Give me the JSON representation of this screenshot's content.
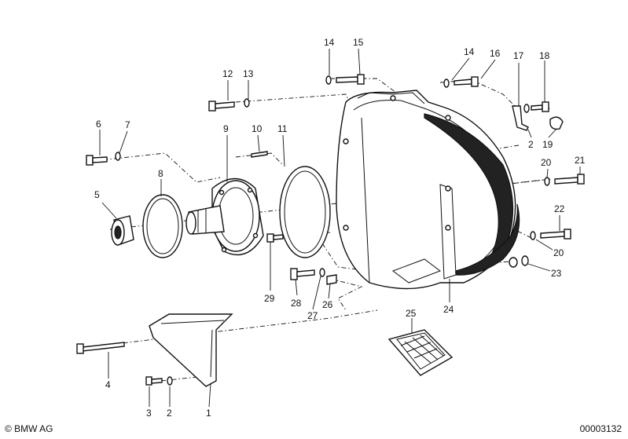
{
  "labels": {
    "l1": "1",
    "l2a": "2",
    "l2b": "2",
    "l3": "3",
    "l4": "4",
    "l5": "5",
    "l6": "6",
    "l7": "7",
    "l8": "8",
    "l9": "9",
    "l10": "10",
    "l11": "11",
    "l12": "12",
    "l13": "13",
    "l14a": "14",
    "l14b": "14",
    "l15": "15",
    "l16": "16",
    "l17": "17",
    "l18": "18",
    "l19": "19",
    "l20a": "20",
    "l20b": "20",
    "l21": "21",
    "l22": "22",
    "l23": "23",
    "l24": "24",
    "l25": "25",
    "l26": "26",
    "l27": "27",
    "l28": "28",
    "l29": "29"
  },
  "footer": {
    "copyright": "© BMW AG",
    "doc_number": "00003132"
  }
}
